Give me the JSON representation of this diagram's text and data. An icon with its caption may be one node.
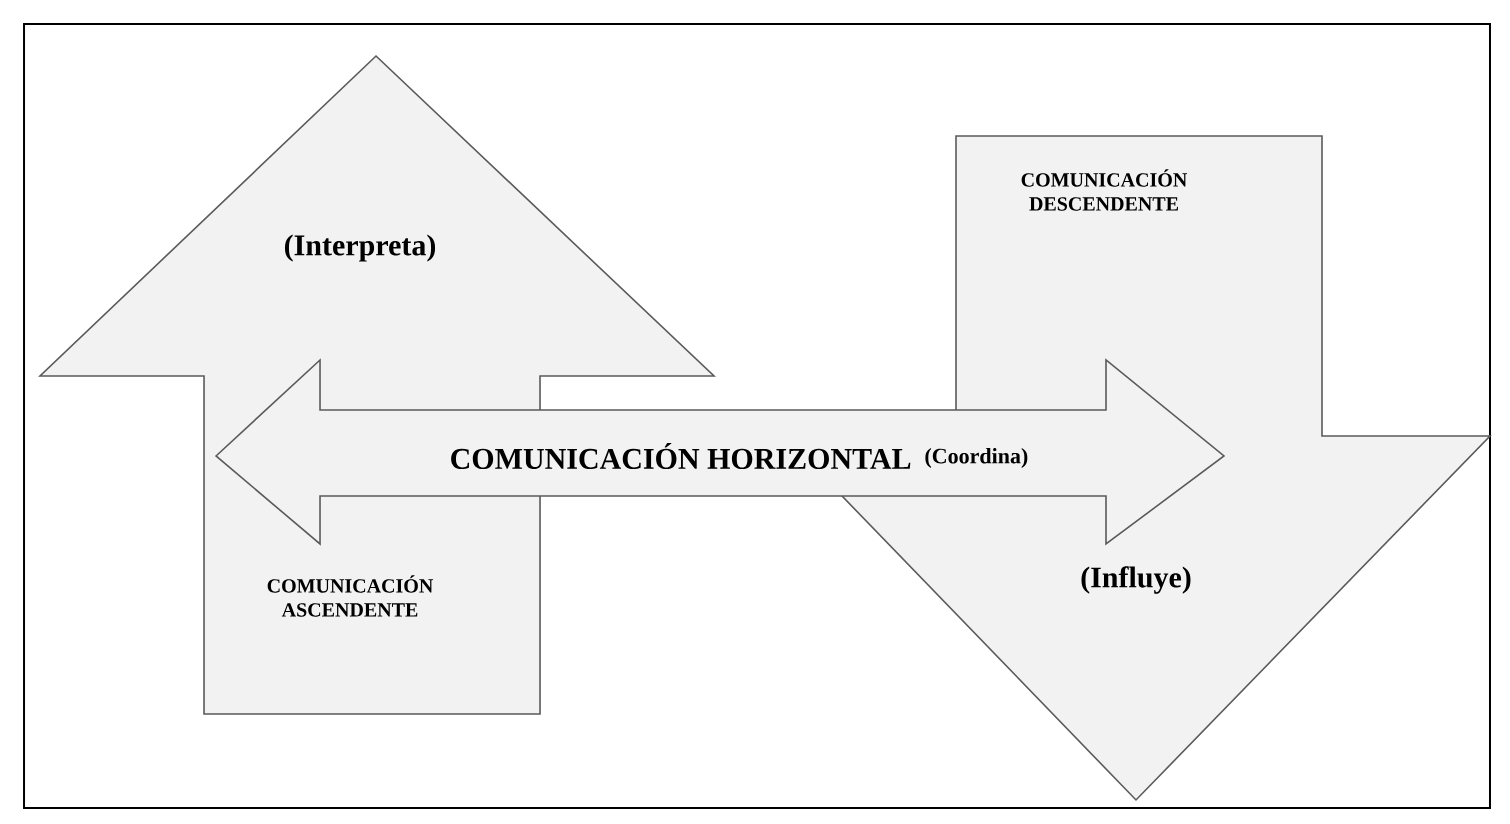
{
  "diagram": {
    "nodes": [
      {
        "text": [
          "(Interpreta)",
          "COMUNICACIÓN ASCENDENTE"
        ]
      },
      {
        "text": [
          "COMUNICACIÓN DESCENDENTE",
          "(Influye)"
        ]
      },
      {
        "text": [
          "COMUNICACIÓN HORIZONTAL",
          "(Coordina)"
        ]
      }
    ]
  }
}
